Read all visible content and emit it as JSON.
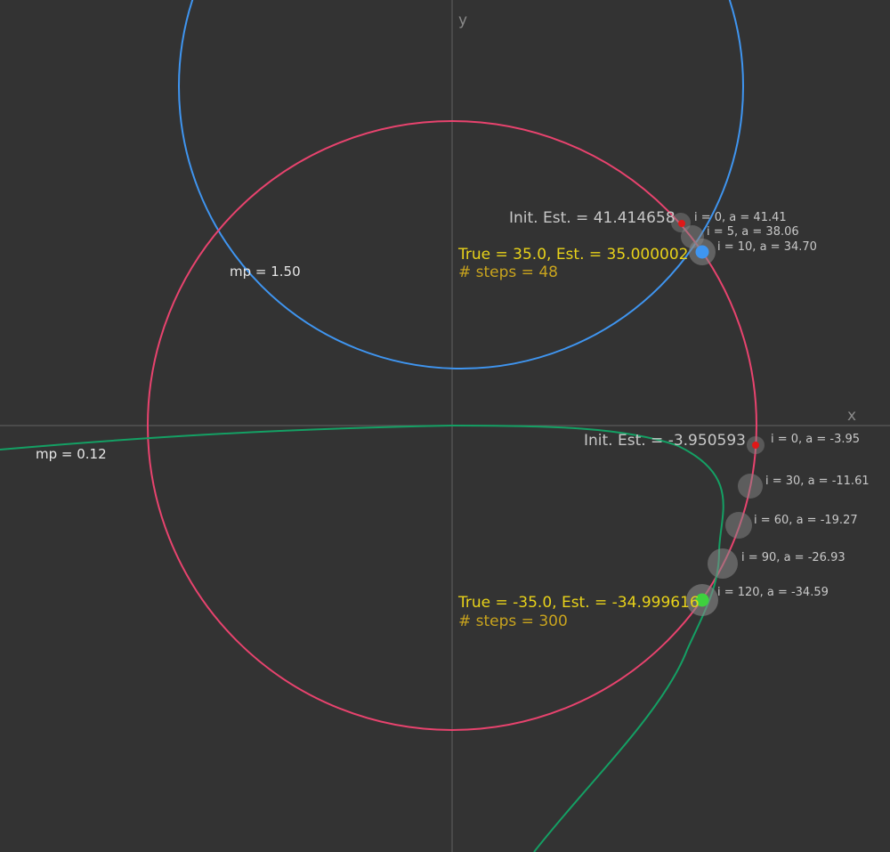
{
  "axes": {
    "x_label": "x",
    "y_label": "y"
  },
  "curves": {
    "red_circle": {
      "color": "#e8436e"
    },
    "blue_circle": {
      "color": "#3f95f0"
    },
    "green_curve": {
      "color": "#14a064"
    }
  },
  "labels": {
    "mp_blue": "mp = 1.50",
    "mp_green": "mp = 0.12"
  },
  "upper_solution": {
    "init_est": "Init. Est. = 41.414658",
    "true_est": "True = 35.0,  Est. = 35.000002",
    "steps": "# steps = 48",
    "iterations": [
      "i =   0,  a = 41.41",
      "i =   5,  a = 38.06",
      "i =  10,  a = 34.70"
    ],
    "marker_color": "#3f95f0"
  },
  "lower_solution": {
    "init_est": "Init. Est. = -3.950593",
    "true_est": "True = -35.0,  Est. = -34.999616",
    "steps": "# steps = 300",
    "iterations": [
      "i =   0,  a = -3.95",
      "i = 30,  a = -11.61",
      "i = 60,  a = -19.27",
      "i = 90,  a = -26.93",
      "i = 120,  a = -34.59"
    ],
    "marker_color": "#3ed13e"
  },
  "colors": {
    "background": "#333333",
    "axis": "#5a5a5a",
    "label_white": "#e6e6e6",
    "label_yellow": "#e8d21a",
    "label_olive": "#c9a41e",
    "label_gray": "#c8c8c8",
    "init_dot": "#e01818"
  }
}
